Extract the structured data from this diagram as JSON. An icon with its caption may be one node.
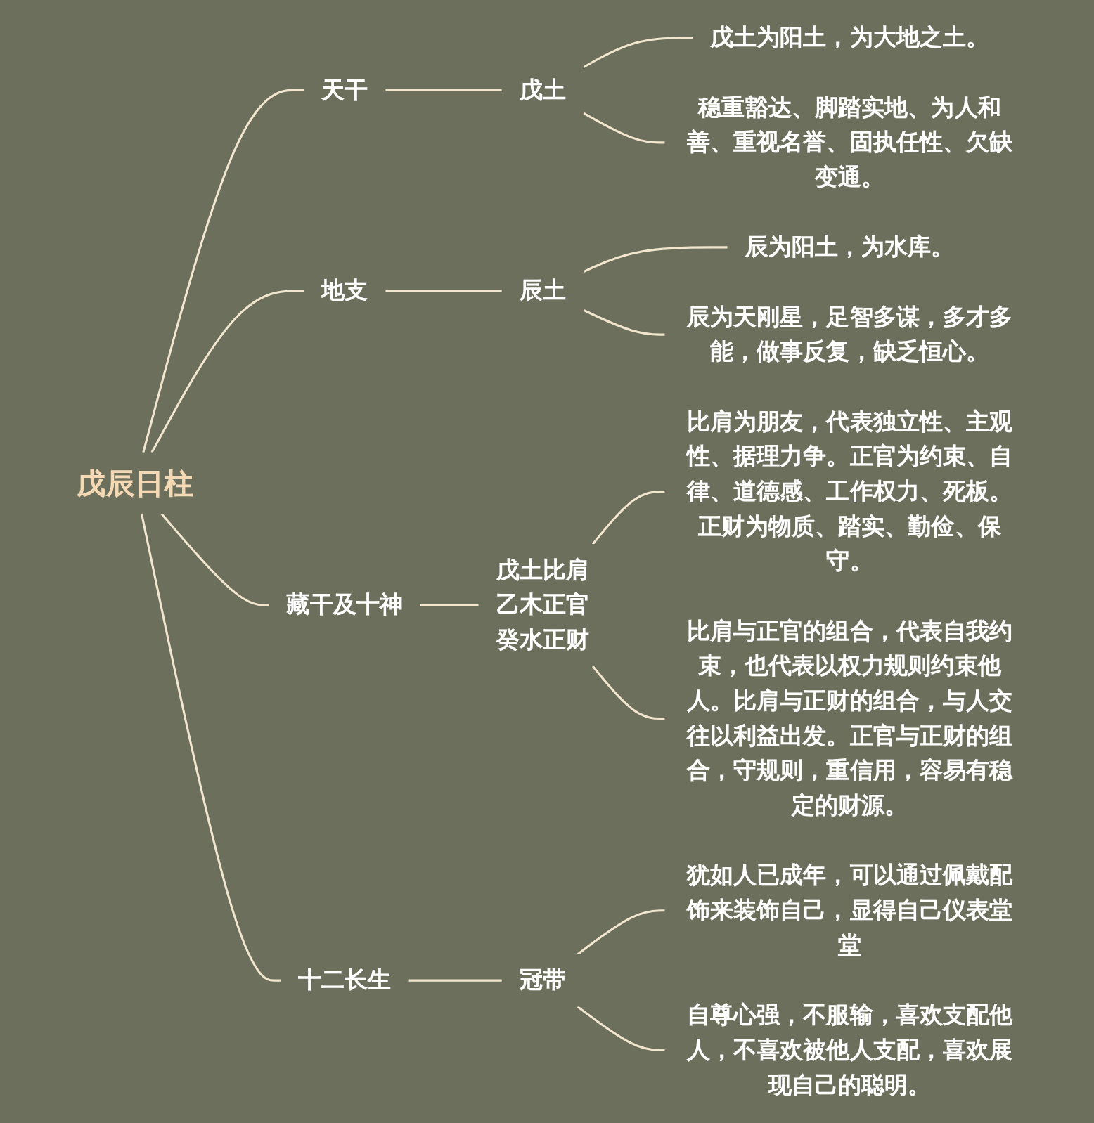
{
  "diagram": {
    "nodes": [
      {
        "text": [
          "戊辰日柱"
        ]
      },
      {
        "text": [
          "天干"
        ]
      },
      {
        "text": [
          "戊土"
        ]
      },
      {
        "text": [
          "戊土为阳土，为大地之土。"
        ]
      },
      {
        "text": [
          "稳重豁达、脚踏实地、为人和善、重视名誉、固执任性、欠缺变通。"
        ]
      },
      {
        "text": [
          "地支"
        ]
      },
      {
        "text": [
          "辰土"
        ]
      },
      {
        "text": [
          "辰为阳土，为水库。"
        ]
      },
      {
        "text": [
          "辰为天刚星，足智多谋，多才多能，做事反复，缺乏恒心。"
        ]
      },
      {
        "text": [
          "藏干及十神"
        ]
      },
      {
        "text": [
          "戊土比肩",
          "乙木正官",
          "癸水正财"
        ]
      },
      {
        "text": [
          "比肩为朋友，代表独立性、主观性、据理力争。正官为约束、自律、道德感、工作权力、死板。正财为物质、踏实、勤俭、保守。"
        ]
      },
      {
        "text": [
          "比肩与正官的组合，代表自我约束，也代表以权力规则约束他人。比肩与正财的组合，与人交往以利益出发。正官与正财的组合，守规则，重信用，容易有稳定的财源。"
        ]
      },
      {
        "text": [
          "十二长生"
        ]
      },
      {
        "text": [
          "冠带"
        ]
      },
      {
        "text": [
          "犹如人已成年，可以通过佩戴配饰来装饰自己，显得自己仪表堂堂"
        ]
      },
      {
        "text": [
          "自尊心强，不服输，喜欢支配他人，不喜欢被他人支配，喜欢展现自己的聪明。"
        ]
      }
    ],
    "edges": [
      {
        "from": 0,
        "to": 1,
        "arrow": "none"
      },
      {
        "from": 1,
        "to": 2,
        "arrow": "none"
      },
      {
        "from": 2,
        "to": 3,
        "arrow": "none"
      },
      {
        "from": 2,
        "to": 4,
        "arrow": "none"
      },
      {
        "from": 0,
        "to": 5,
        "arrow": "none"
      },
      {
        "from": 5,
        "to": 6,
        "arrow": "none"
      },
      {
        "from": 6,
        "to": 7,
        "arrow": "none"
      },
      {
        "from": 6,
        "to": 8,
        "arrow": "none"
      },
      {
        "from": 0,
        "to": 9,
        "arrow": "none"
      },
      {
        "from": 9,
        "to": 10,
        "arrow": "none"
      },
      {
        "from": 10,
        "to": 11,
        "arrow": "none"
      },
      {
        "from": 10,
        "to": 12,
        "arrow": "none"
      },
      {
        "from": 0,
        "to": 13,
        "arrow": "none"
      },
      {
        "from": 13,
        "to": 14,
        "arrow": "none"
      },
      {
        "from": 14,
        "to": 15,
        "arrow": "none"
      },
      {
        "from": 14,
        "to": 16,
        "arrow": "none"
      }
    ]
  }
}
